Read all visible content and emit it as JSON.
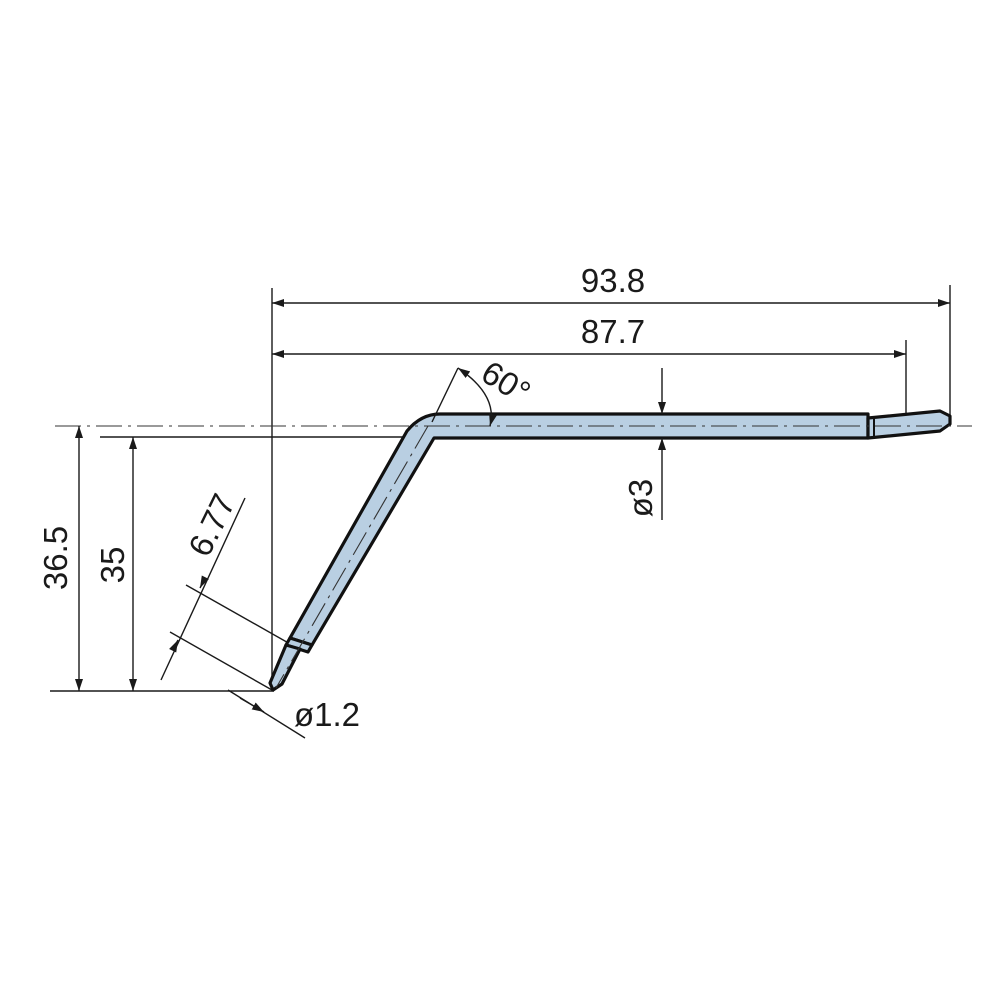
{
  "drawing": {
    "part_color": "#b9cfe2",
    "line_color": "#1a1a1a",
    "dimensions": {
      "overall_length": "93.8",
      "length_to_collar": "87.7",
      "bend_angle": "60°",
      "shaft_diameter": "ø3",
      "total_height": "36.5",
      "height_to_tip": "35",
      "tip_length": "6.77",
      "tip_diameter": "ø1.2"
    }
  }
}
